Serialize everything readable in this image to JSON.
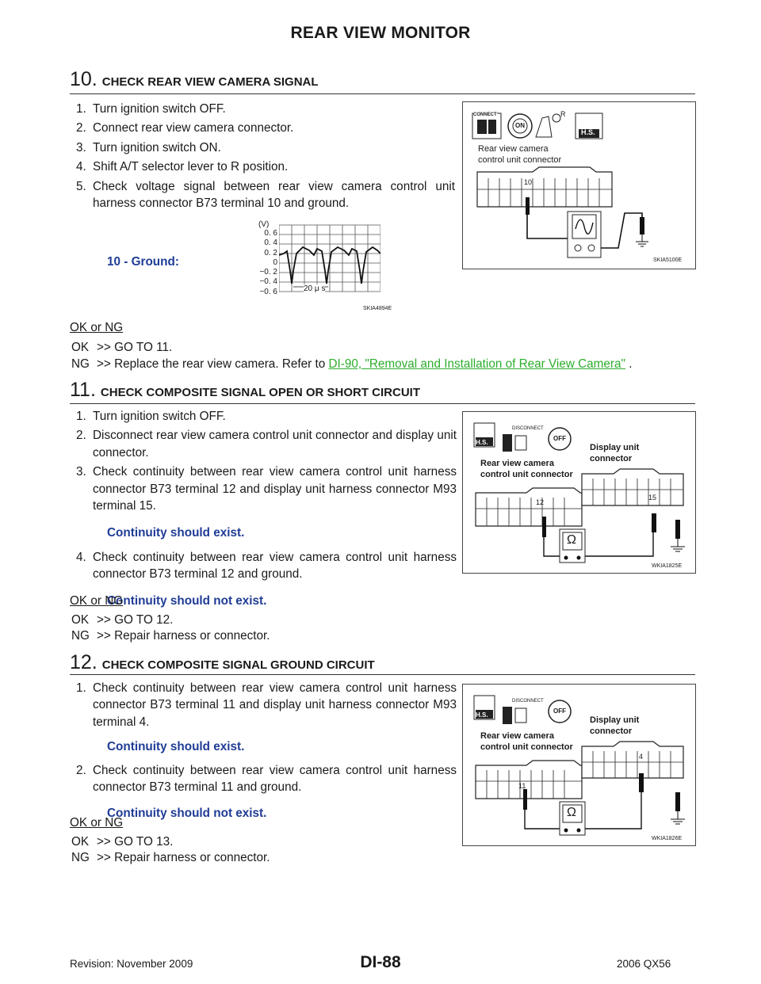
{
  "header": {
    "title": "REAR VIEW MONITOR"
  },
  "step10": {
    "number": "10.",
    "title": "CHECK REAR VIEW CAMERA SIGNAL",
    "items": [
      {
        "n": "1.",
        "text": "Turn ignition switch OFF."
      },
      {
        "n": "2.",
        "text": "Connect rear view camera connector."
      },
      {
        "n": "3.",
        "text": "Turn ignition switch ON."
      },
      {
        "n": "4.",
        "text": "Shift A/T selector lever to R position."
      },
      {
        "n": "5.",
        "text": "Check voltage signal between rear view camera control unit harness connector B73 terminal 10 and ground."
      }
    ],
    "spec_label": "10 - Ground:",
    "wave": {
      "unit": "(V)",
      "ticks": [
        "0. 6",
        "0. 4",
        "0. 2",
        "0",
        "−0. 2",
        "−0. 4",
        "−0. 6"
      ],
      "time": "20 μ s",
      "code": "SKIA4894E"
    },
    "figure": {
      "line1": "Rear view camera",
      "line2": "control unit connector",
      "terminal": "10",
      "connect": "CONNECT",
      "on": "ON",
      "hs": "H.S.",
      "r": "R",
      "code": "SKIA5100E"
    },
    "ok_ng": "OK or NG",
    "ok": {
      "code": "OK",
      "text": ">> GO TO 11."
    },
    "ng": {
      "code": "NG",
      "text_before": ">> Replace the rear view camera. Refer to ",
      "link": "DI-90, \"Removal and Installation of Rear View Camera\"",
      "text_after": " ."
    }
  },
  "step11": {
    "number": "11.",
    "title": "CHECK COMPOSITE SIGNAL OPEN OR SHORT CIRCUIT",
    "items": [
      {
        "n": "1.",
        "text": "Turn ignition switch OFF."
      },
      {
        "n": "2.",
        "text": "Disconnect rear view camera control unit connector and display unit connector."
      },
      {
        "n": "3.",
        "text": "Check continuity between rear view camera control unit harness connector B73 terminal 12 and display unit harness connector M93 terminal 15."
      },
      {
        "n": "4.",
        "text": "Check continuity between rear view camera control unit harness connector B73 terminal 12 and ground."
      }
    ],
    "spec1": "Continuity should exist.",
    "spec2": "Continuity should not exist.",
    "figure": {
      "disconnect": "DISCONNECT",
      "off": "OFF",
      "hs": "H.S.",
      "left1": "Rear view camera",
      "left2": "control unit connector",
      "right1": "Display unit",
      "right2": "connector",
      "t_left": "12",
      "t_right": "15",
      "ohm": "Ω",
      "code": "WKIA1825E"
    },
    "ok_ng": "OK or NG",
    "ok": {
      "code": "OK",
      "text": ">> GO TO 12."
    },
    "ng": {
      "code": "NG",
      "text": ">> Repair harness or connector."
    }
  },
  "step12": {
    "number": "12.",
    "title": "CHECK COMPOSITE SIGNAL GROUND CIRCUIT",
    "items": [
      {
        "n": "1.",
        "text": "Check continuity between rear view camera control unit harness connector B73 terminal 11 and display unit harness connector M93 terminal 4."
      },
      {
        "n": "2.",
        "text": "Check continuity between rear view camera control unit harness connector B73 terminal 11 and ground."
      }
    ],
    "spec1": "Continuity should exist.",
    "spec2": "Continuity should not exist.",
    "figure": {
      "disconnect": "DISCONNECT",
      "off": "OFF",
      "hs": "H.S.",
      "left1": "Rear view camera",
      "left2": "control unit connector",
      "right1": "Display unit",
      "right2": "connector",
      "t_left": "11",
      "t_right": "4",
      "ohm": "Ω",
      "code": "WKIA1826E"
    },
    "ok_ng": "OK or NG",
    "ok": {
      "code": "OK",
      "text": ">> GO TO 13."
    },
    "ng": {
      "code": "NG",
      "text": ">> Repair harness or connector."
    }
  },
  "footer": {
    "revision": "Revision: November 2009",
    "page": "DI-88",
    "model": "2006 QX56"
  }
}
